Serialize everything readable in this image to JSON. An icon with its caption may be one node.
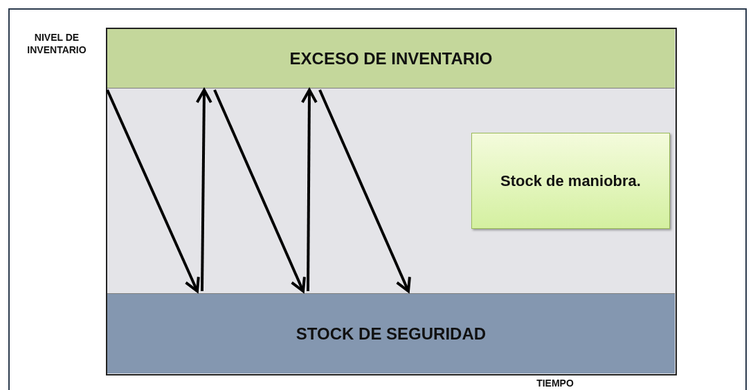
{
  "diagram": {
    "nodes": [
      {
        "text": [
          "EXCESO DE INVENTARIO"
        ]
      },
      {
        "text": [
          "Stock de maniobra."
        ]
      },
      {
        "text": [
          "STOCK DE SEGURIDAD"
        ]
      }
    ],
    "edges": [
      {
        "from": 0,
        "to": 2,
        "arrow": "to"
      },
      {
        "from": 2,
        "to": 0,
        "arrow": "to"
      },
      {
        "from": 0,
        "to": 2,
        "arrow": "to"
      },
      {
        "from": 2,
        "to": 0,
        "arrow": "to"
      },
      {
        "from": 0,
        "to": 2,
        "arrow": "to"
      }
    ],
    "labels": [
      "NIVEL DE INVENTARIO",
      "TIEMPO"
    ]
  }
}
